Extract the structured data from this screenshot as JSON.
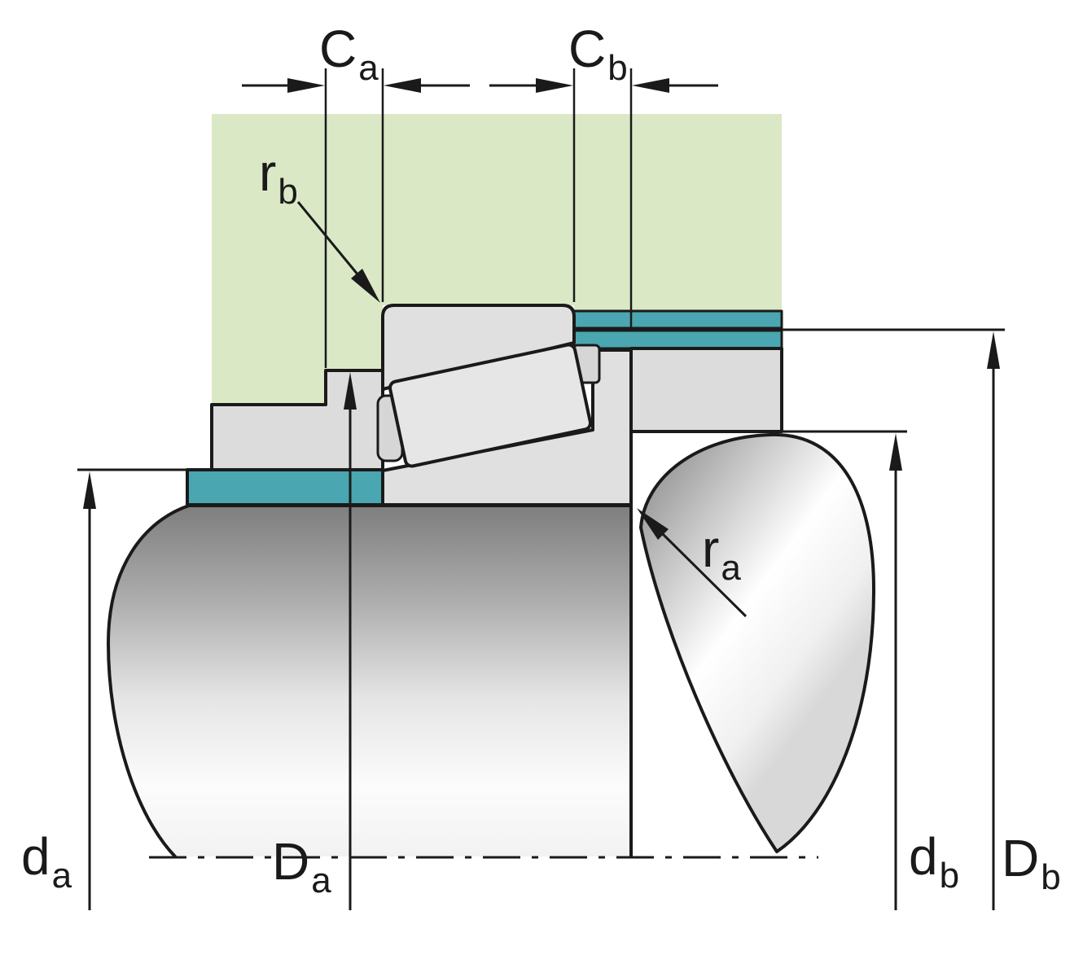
{
  "figure": {
    "colors": {
      "housing": "#dbe8c6",
      "ring_highlight": "#4aa6b0",
      "component_gray": "#dcdcdc",
      "bearing_gray": "#e0e0e0",
      "roller_gray": "#e6e6e6",
      "outline": "#1a1a1a"
    },
    "labels": {
      "c_a": {
        "base": "C",
        "sub": "a"
      },
      "c_b": {
        "base": "C",
        "sub": "b"
      },
      "r_b": {
        "base": "r",
        "sub": "b"
      },
      "r_a": {
        "base": "r",
        "sub": "a"
      },
      "d_a": {
        "base": "d",
        "sub": "a"
      },
      "D_a": {
        "base": "D",
        "sub": "a"
      },
      "d_b": {
        "base": "d",
        "sub": "b"
      },
      "D_b": {
        "base": "D",
        "sub": "b"
      }
    }
  }
}
